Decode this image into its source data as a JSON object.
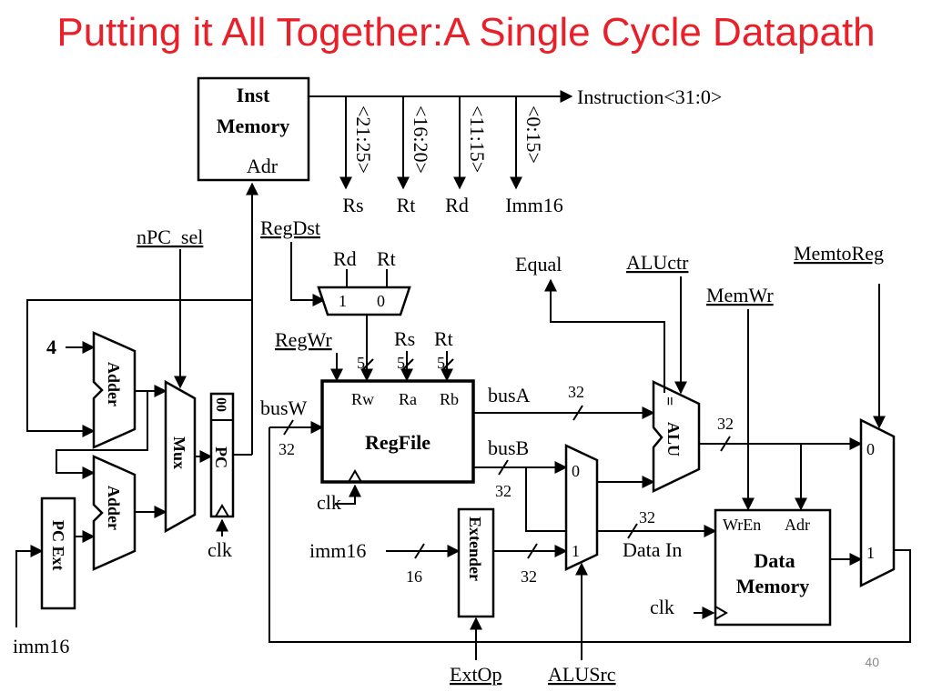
{
  "title": "Putting it All Together:A Single Cycle Datapath",
  "page_number": "40",
  "colors": {
    "title": "#e8202a",
    "line": "#000000",
    "background": "#ffffff"
  },
  "inst_memory": {
    "line1": "Inst",
    "line2": "Memory",
    "port": "Adr"
  },
  "instruction_label": "Instruction<31:0>",
  "instruction_fields": [
    {
      "bits": "<21:25>",
      "name": "Rs"
    },
    {
      "bits": "<16:20>",
      "name": "Rt"
    },
    {
      "bits": "<11:15>",
      "name": "Rd"
    },
    {
      "bits": "<0:15>",
      "name": "Imm16"
    }
  ],
  "control": {
    "npc_sel": "nPC_sel",
    "regdst": "RegDst",
    "regwr": "RegWr",
    "aluctr": "ALUctr",
    "memwr": "MemWr",
    "memtoreg": "MemtoReg",
    "extop": "ExtOp",
    "alusrc": "ALUSrc"
  },
  "pc_logic": {
    "four": "4",
    "adder": "Adder",
    "mux": "Mux",
    "pc_zeros": "00",
    "pc": "PC",
    "pc_ext": "PC Ext",
    "clk": "clk",
    "imm16": "imm16"
  },
  "regdst_mux": {
    "in_rd": "Rd",
    "in_rt": "Rt",
    "sel1": "1",
    "sel0": "0"
  },
  "regfile": {
    "name": "RegFile",
    "rw": "Rw",
    "ra": "Ra",
    "rb": "Rb",
    "rs": "Rs",
    "rt": "Rt",
    "width5": "5",
    "busw": "busW",
    "busa": "busA",
    "busb": "busB",
    "width32": "32",
    "clk": "clk"
  },
  "extender": {
    "name": "Extender",
    "input": "imm16",
    "width_in": "16",
    "width_out": "32"
  },
  "alu": {
    "name": "ALU",
    "eq": "=",
    "equal": "Equal",
    "width": "32"
  },
  "alusrc_mux": {
    "sel0": "0",
    "sel1": "1"
  },
  "data_memory": {
    "line1": "Data",
    "line2": "Memory",
    "wren": "WrEn",
    "adr": "Adr",
    "data_in": "Data In",
    "width": "32",
    "clk": "clk"
  },
  "memtoreg_mux": {
    "sel0": "0",
    "sel1": "1"
  }
}
